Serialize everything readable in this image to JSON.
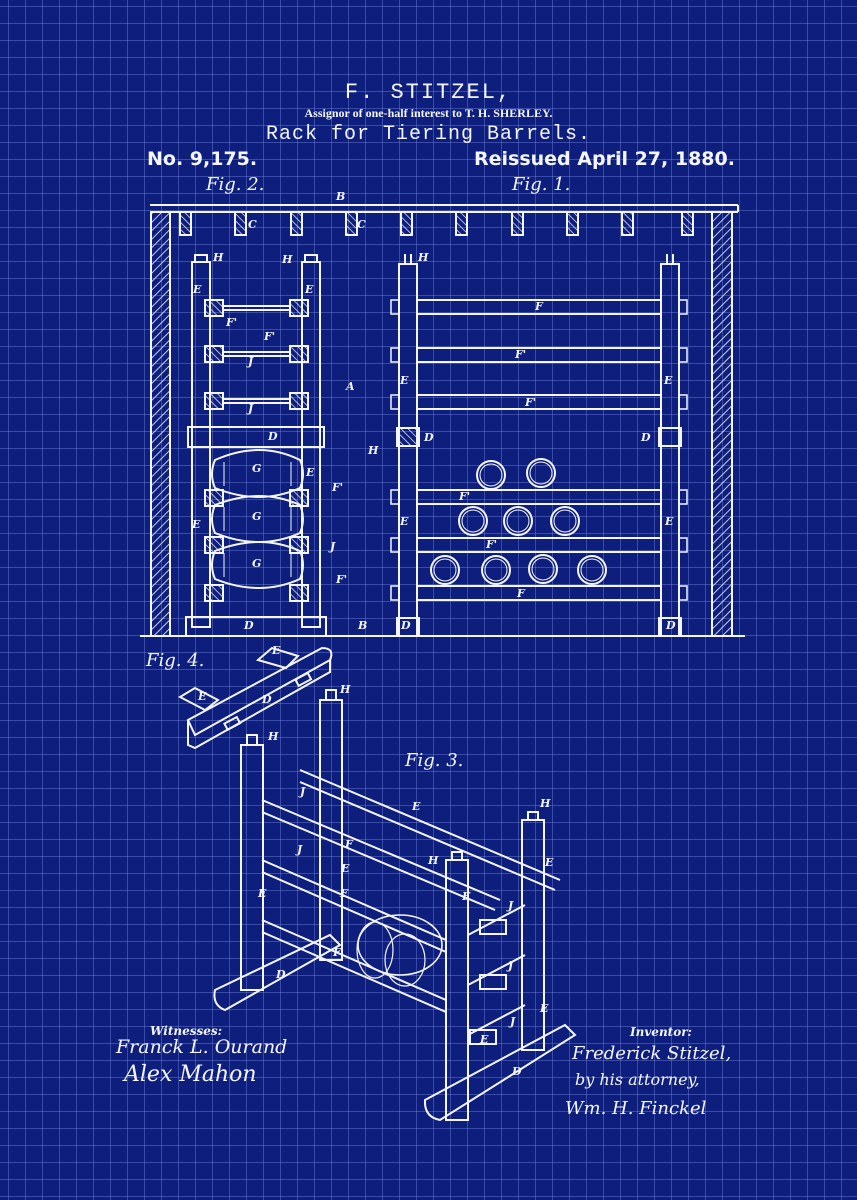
{
  "header": {
    "inventor_name": "F. STITZEL,",
    "assignor_line": "Assignor of one-half interest to T. H. SHERLEY.",
    "title": "Rack for Tiering Barrels.",
    "patent_number": "No. 9,175.",
    "reissue_date": "Reissued April 27, 1880."
  },
  "figures": {
    "fig1": "Fig. 1.",
    "fig2": "Fig. 2.",
    "fig3": "Fig. 3.",
    "fig4": "Fig. 4."
  },
  "reference_letters": {
    "A": "A",
    "B": "B",
    "C": "C",
    "D": "D",
    "E": "E",
    "F": "F",
    "F_prime": "F'",
    "G": "G",
    "H": "H",
    "J": "J"
  },
  "signatures": {
    "witnesses_label": "Witnesses:",
    "witness_1": "Franck L. Ourand",
    "witness_2": "Alex Mahon",
    "inventor_label": "Inventor:",
    "inventor_signature": "Frederick Stitzel,",
    "attorney_line": "by his attorney,",
    "attorney_signature": "Wm. H. Finckel"
  },
  "colors": {
    "background": "#0e1e7c",
    "grid": "#6e82dc",
    "ink": "#f4f6ff"
  }
}
